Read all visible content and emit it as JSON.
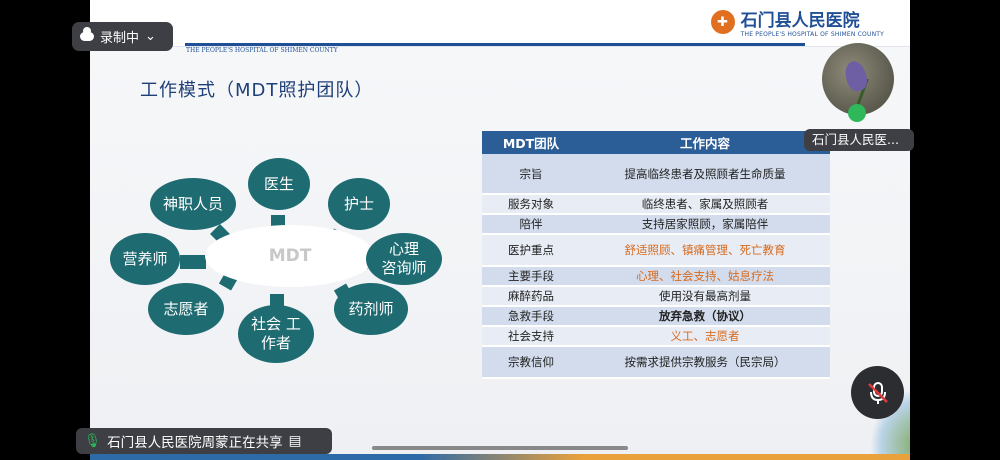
{
  "recording": {
    "label": "录制中",
    "chevron": "⌄"
  },
  "hospital": {
    "name": "石门县人民医院",
    "english": "THE PEOPLE'S HOSPITAL OF SHIMEN COUNTY",
    "seal_glyph": "✚"
  },
  "slide": {
    "title": "工作模式（MDT照护团队）",
    "diagram": {
      "center": "MDT",
      "nodes": [
        "医生",
        "护士",
        "心理\n咨询师",
        "药剂师",
        "社会 工\n作者",
        "志愿者",
        "营养师",
        "神职人员"
      ]
    },
    "table": {
      "headers": [
        "MDT团队",
        "工作内容"
      ],
      "rows": [
        {
          "label": "宗旨",
          "content": "提高临终患者及照顾者生命质量",
          "style": "plain"
        },
        {
          "label": "服务对象",
          "content": "临终患者、家属及照顾者",
          "style": "plain"
        },
        {
          "label": "陪伴",
          "content": "支持居家照顾，家属陪伴",
          "style": "plain"
        },
        {
          "label": "医护重点",
          "content": "舒适照顾、镇痛管理、死亡教育",
          "style": "orange"
        },
        {
          "label": "主要手段",
          "content": "心理、社会支持、姑息疗法",
          "style": "orange"
        },
        {
          "label": "麻醉药品",
          "content": "使用没有最高剂量",
          "style": "plain"
        },
        {
          "label": "急救手段",
          "content": "放弃急救（协议）",
          "style": "bold"
        },
        {
          "label": "社会支持",
          "content": "义工、志愿者",
          "style": "orange"
        },
        {
          "label": "宗教信仰",
          "content": "按需求提供宗教服务（民宗局）",
          "style": "plain"
        }
      ]
    }
  },
  "participant": {
    "name": "石门县人民医...",
    "mic_icon": "🎙"
  },
  "mute": {
    "icon": "🎤"
  },
  "share": {
    "text": "石门县人民医院周蒙正在共享",
    "mic_icon": "🎙",
    "doc_icon": "▤"
  },
  "colors": {
    "node": "#1e6b72",
    "header": "#2b5d97",
    "orange": "#d86a1c",
    "row_shade": "#d2dcec"
  }
}
